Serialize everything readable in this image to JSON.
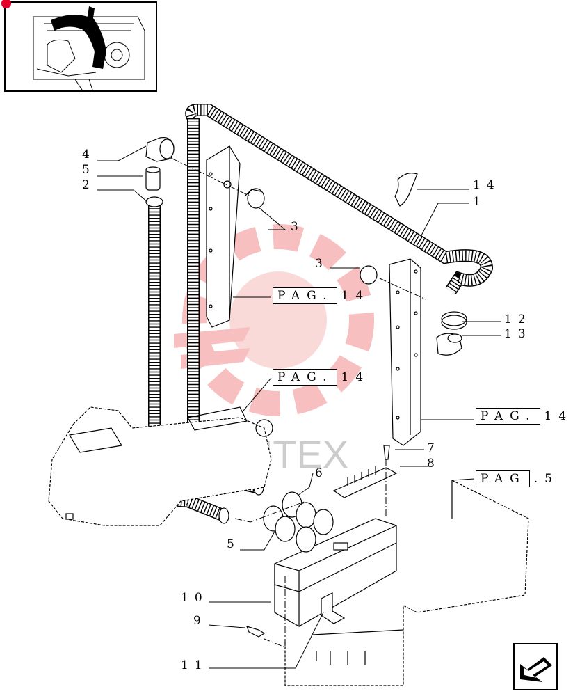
{
  "colors": {
    "line": "#000000",
    "watermark": "#f08080",
    "marker": "#e4002b"
  },
  "thumbnail": {
    "icon": "cab-location-icon"
  },
  "watermark": {
    "text": "VIHTEX"
  },
  "callouts": [
    {
      "id": "c4",
      "label": "4"
    },
    {
      "id": "c5a",
      "label": "5"
    },
    {
      "id": "c2",
      "label": "2"
    },
    {
      "id": "c3a",
      "label": "3"
    },
    {
      "id": "c3b",
      "label": "3"
    },
    {
      "id": "c14",
      "label": "14"
    },
    {
      "id": "c1",
      "label": "1"
    },
    {
      "id": "c12",
      "label": "12"
    },
    {
      "id": "c13",
      "label": "13"
    },
    {
      "id": "c7",
      "label": "7"
    },
    {
      "id": "c8",
      "label": "8"
    },
    {
      "id": "c6",
      "label": "6"
    },
    {
      "id": "c5b",
      "label": "5"
    },
    {
      "id": "c10",
      "label": "10"
    },
    {
      "id": "c9",
      "label": "9"
    },
    {
      "id": "c11",
      "label": "11"
    }
  ],
  "page_refs": [
    {
      "id": "p1",
      "prefix": "PAG.",
      "page": "14"
    },
    {
      "id": "p2",
      "prefix": "PAG.",
      "page": "14"
    },
    {
      "id": "p3",
      "prefix": "PAG.",
      "page": "14"
    },
    {
      "id": "p4",
      "prefix": "PAG",
      "page": ".5"
    }
  ],
  "navigation": {
    "icon": "previous-page-arrow-icon"
  }
}
